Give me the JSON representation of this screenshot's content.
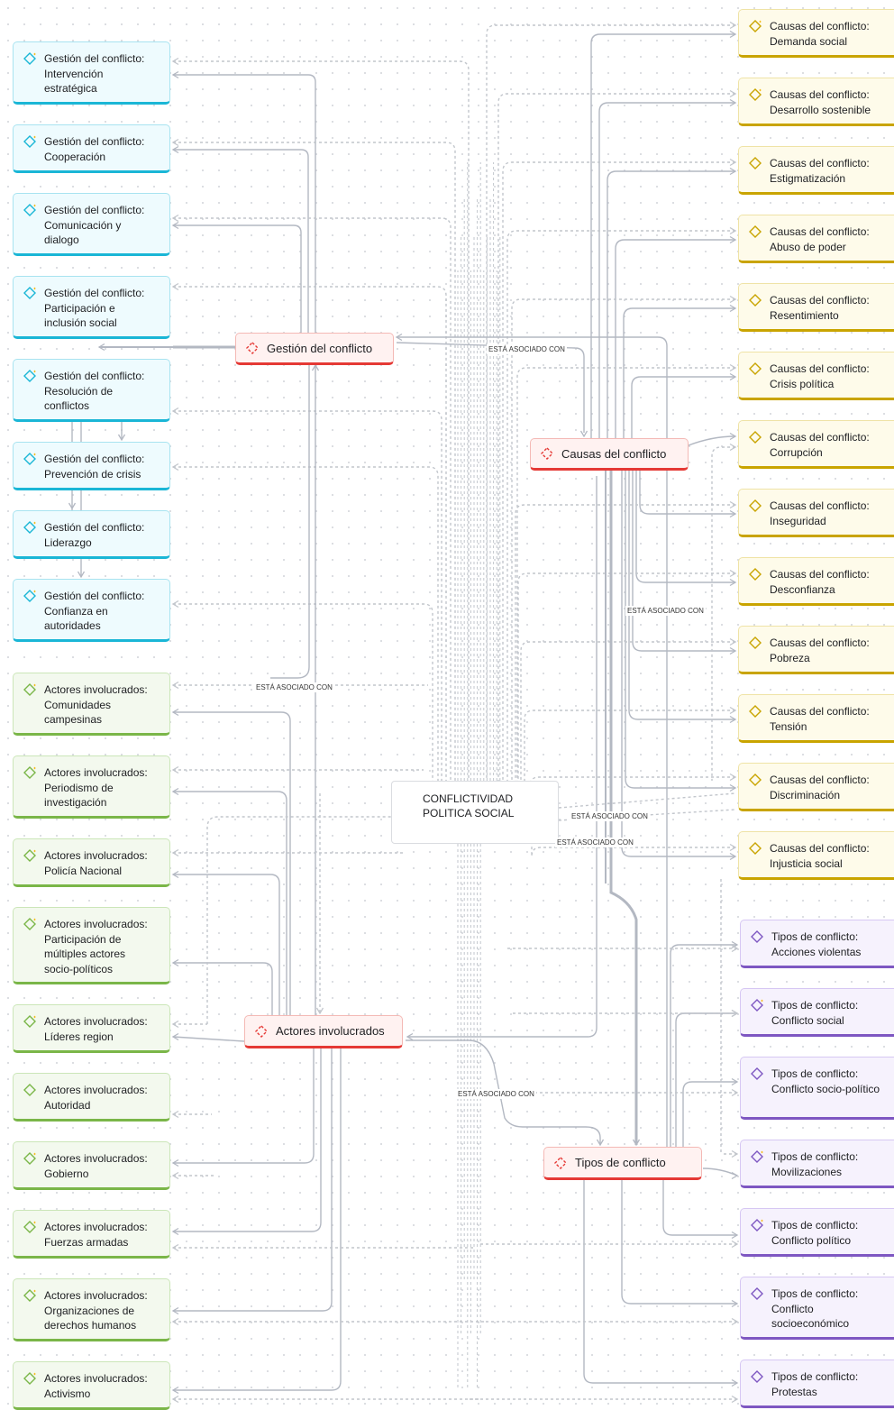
{
  "center": {
    "line1": "CONFLICTIVIDAD",
    "line2": "POLITICA SOCIAL"
  },
  "hubs": {
    "gestion": "Gestión del conflicto",
    "causas": "Causas del conflicto",
    "actores": "Actores involucrados",
    "tipos": "Tipos de conflicto"
  },
  "gestion_nodes": [
    {
      "prefix": "Gestión del conflicto:",
      "lines": [
        "Intervención",
        "estratégica"
      ]
    },
    {
      "prefix": "Gestión del conflicto:",
      "lines": [
        "Cooperación"
      ]
    },
    {
      "prefix": "Gestión del conflicto:",
      "lines": [
        "Comunicación y",
        "dialogo"
      ]
    },
    {
      "prefix": "Gestión del conflicto:",
      "lines": [
        "Participación e",
        "inclusión social"
      ]
    },
    {
      "prefix": "Gestión del conflicto:",
      "lines": [
        "Resolución de",
        "conflictos"
      ]
    },
    {
      "prefix": "Gestión del conflicto:",
      "lines": [
        "Prevención de crisis"
      ]
    },
    {
      "prefix": "Gestión del conflicto:",
      "lines": [
        "Liderazgo"
      ]
    },
    {
      "prefix": "Gestión del conflicto:",
      "lines": [
        "Confianza en",
        "autoridades"
      ]
    }
  ],
  "actores_nodes": [
    {
      "prefix": "Actores involucrados:",
      "lines": [
        "Comunidades",
        "campesinas"
      ]
    },
    {
      "prefix": "Actores involucrados:",
      "lines": [
        "Periodismo de",
        "investigación"
      ]
    },
    {
      "prefix": "Actores involucrados:",
      "lines": [
        "Policía Nacional"
      ]
    },
    {
      "prefix": "Actores involucrados:",
      "lines": [
        "Participación de",
        "múltiples actores",
        "socio-políticos"
      ]
    },
    {
      "prefix": "Actores involucrados:",
      "lines": [
        "Líderes region"
      ]
    },
    {
      "prefix": "Actores involucrados:",
      "lines": [
        "Autoridad"
      ]
    },
    {
      "prefix": "Actores involucrados:",
      "lines": [
        "Gobierno"
      ]
    },
    {
      "prefix": "Actores involucrados:",
      "lines": [
        "Fuerzas armadas"
      ]
    },
    {
      "prefix": "Actores involucrados:",
      "lines": [
        "Organizaciones de",
        "derechos humanos"
      ]
    },
    {
      "prefix": "Actores involucrados:",
      "lines": [
        "Activismo"
      ]
    }
  ],
  "causas_nodes": [
    {
      "prefix": "Causas del conflicto:",
      "lines": [
        "Demanda social"
      ]
    },
    {
      "prefix": "Causas del conflicto:",
      "lines": [
        "Desarrollo sostenible"
      ]
    },
    {
      "prefix": "Causas del conflicto:",
      "lines": [
        "Estigmatización"
      ]
    },
    {
      "prefix": "Causas del conflicto:",
      "lines": [
        "Abuso de poder"
      ]
    },
    {
      "prefix": "Causas del conflicto:",
      "lines": [
        "Resentimiento"
      ]
    },
    {
      "prefix": "Causas del conflicto:",
      "lines": [
        "Crisis política"
      ]
    },
    {
      "prefix": "Causas del conflicto:",
      "lines": [
        "Corrupción"
      ]
    },
    {
      "prefix": "Causas del conflicto:",
      "lines": [
        "Inseguridad"
      ]
    },
    {
      "prefix": "Causas del conflicto:",
      "lines": [
        "Desconfianza"
      ]
    },
    {
      "prefix": "Causas del conflicto:",
      "lines": [
        "Pobreza"
      ]
    },
    {
      "prefix": "Causas del conflicto:",
      "lines": [
        "Tensión"
      ]
    },
    {
      "prefix": "Causas del conflicto:",
      "lines": [
        "Discriminación"
      ]
    },
    {
      "prefix": "Causas del conflicto:",
      "lines": [
        "Injusticia social"
      ]
    }
  ],
  "tipos_nodes": [
    {
      "prefix": "Tipos de conflicto:",
      "lines": [
        "Acciones violentas"
      ]
    },
    {
      "prefix": "Tipos de conflicto:",
      "lines": [
        "Conflicto social"
      ]
    },
    {
      "prefix": "Tipos de conflicto:",
      "lines": [
        "Conflicto socio-político"
      ]
    },
    {
      "prefix": "Tipos de conflicto:",
      "lines": [
        "Movilizaciones"
      ]
    },
    {
      "prefix": "Tipos de conflicto:",
      "lines": [
        "Conflicto político"
      ]
    },
    {
      "prefix": "Tipos de conflicto:",
      "lines": [
        "Conflicto",
        "socioeconómico"
      ]
    },
    {
      "prefix": "Tipos de conflicto:",
      "lines": [
        "Protestas"
      ]
    }
  ],
  "edge_labels": [
    "ESTÁ ASOCIADO CON",
    "ESTÁ ASOCIADO CON",
    "ESTÁ ASOCIADO CON",
    "ESTÁ ASOCIADO CON",
    "ESTÁ ASOCIADO CON",
    "ESTÁ ASOCIADO CON"
  ],
  "colors": {
    "gestion": "#1ab6d6",
    "actores": "#7ab648",
    "causas": "#c9a400",
    "tipos": "#7e57c2",
    "hub": "#e53935",
    "edge_solid": "#b3b8c2",
    "edge_dashed": "#c2c6cc"
  }
}
